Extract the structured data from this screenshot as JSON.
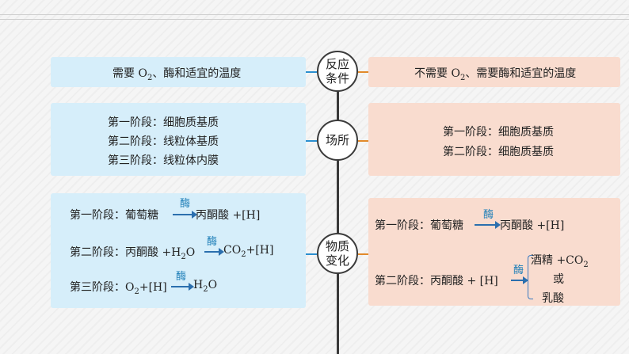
{
  "nodes": {
    "condition": [
      "反应",
      "条件"
    ],
    "location": [
      "场所"
    ],
    "change": [
      "物质",
      "变化"
    ]
  },
  "aerobic": {
    "condition": {
      "pre": "需要 O",
      "sub": "2",
      "post": "、酶和适宜的温度"
    },
    "location": [
      "第一阶段：细胞质基质",
      "第二阶段：线粒体基质",
      "第三阶段：线粒体内膜"
    ],
    "change": {
      "stage1": {
        "label": "第一阶段：葡萄糖",
        "enzyme": "酶",
        "product": "丙酮酸 +[H]"
      },
      "stage2": {
        "label": "第二阶段：丙酮酸 +H",
        "sub1": "2",
        "mid": "O",
        "enzyme": "酶",
        "product": "CO",
        "sub2": "2",
        "tail": "+[H]"
      },
      "stage3": {
        "label": "第三阶段：O",
        "sub1": "2",
        "mid": "+[H]",
        "enzyme": "酶",
        "product": "H",
        "sub2": "2",
        "tail": "O"
      }
    }
  },
  "anaerobic": {
    "condition": {
      "pre": "不需要 O",
      "sub": "2",
      "post": "、需要酶和适宜的温度"
    },
    "location": [
      "第一阶段：细胞质基质",
      "第二阶段：细胞质基质"
    ],
    "change": {
      "stage1": {
        "label": "第一阶段：葡萄糖",
        "enzyme": "酶",
        "product": "丙酮酸 +[H]"
      },
      "stage2": {
        "label": "第二阶段：丙酮酸 + [H]",
        "enzyme": "酶",
        "product1": "酒精 +CO",
        "sub": "2",
        "or": "或",
        "product2": "乳酸"
      }
    }
  },
  "colors": {
    "blue_box": "#d6eefa",
    "peach_box": "#f9dccf",
    "arrow": "#2b6fae",
    "enzyme_text": "#1f7fb8"
  }
}
